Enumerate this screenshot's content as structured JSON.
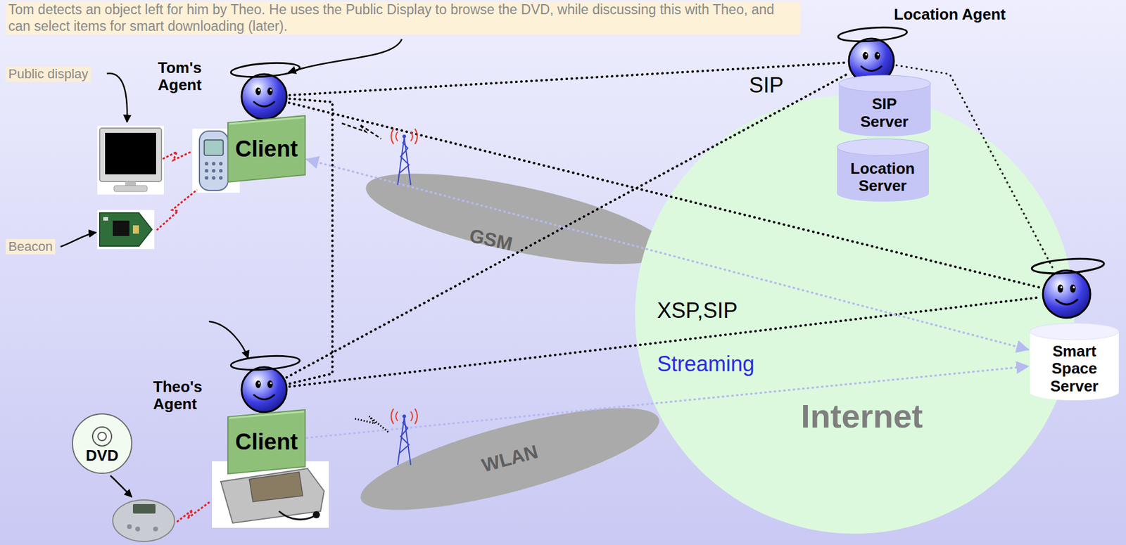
{
  "diagram": {
    "nodes": [
      {
        "text": [
          "Tom's Agent"
        ]
      },
      {
        "text": [
          "Client"
        ]
      },
      {
        "text": [
          "Location Agent"
        ]
      },
      {
        "text": [
          "SIP Server"
        ]
      },
      {
        "text": [
          "Location Server"
        ]
      },
      {
        "text": [
          "GSM"
        ]
      },
      {
        "text": [
          "Internet"
        ]
      },
      {
        "text": [
          "Smart Space Server"
        ]
      },
      {
        "text": [
          "Theo's Agent"
        ]
      },
      {
        "text": [
          "Client"
        ]
      },
      {
        "text": [
          "WLAN"
        ]
      },
      {
        "text": [
          "DVD"
        ]
      }
    ],
    "edges": [
      {
        "from": 0,
        "to": 2,
        "arrow": "none"
      },
      {
        "from": 0,
        "to": 7,
        "arrow": "none"
      },
      {
        "from": 0,
        "to": 8,
        "arrow": "none"
      },
      {
        "from": 8,
        "to": 2,
        "arrow": "none"
      },
      {
        "from": 8,
        "to": 7,
        "arrow": "none"
      },
      {
        "from": 2,
        "to": 7,
        "arrow": "none"
      },
      {
        "from": 1,
        "to": 7,
        "arrow": "both"
      },
      {
        "from": 9,
        "to": 7,
        "arrow": "to"
      }
    ],
    "labels": [
      "Tom detects an object left for him by Theo. He uses the Public Display to browse the DVD, while discussing this with Theo, and can select items for smart downloading (later).",
      "Public display",
      "Beacon",
      "SIP",
      "XSP,SIP",
      "Streaming"
    ]
  }
}
